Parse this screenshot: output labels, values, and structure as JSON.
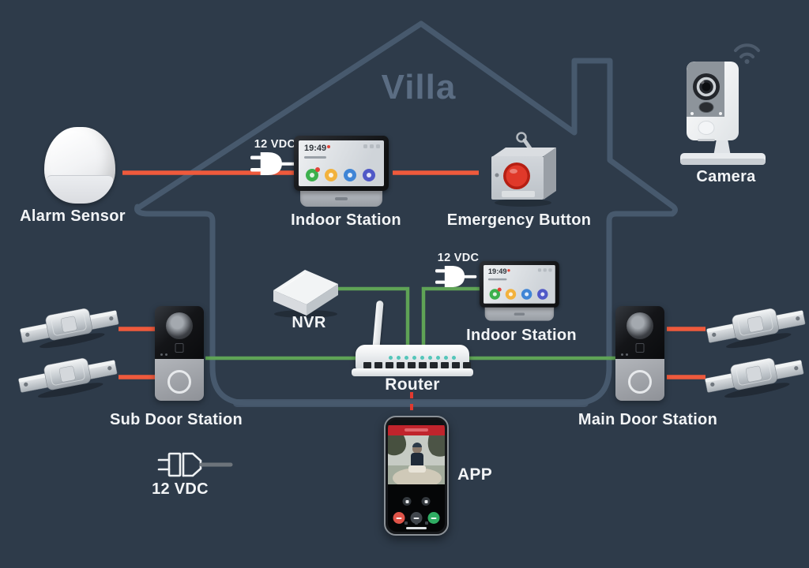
{
  "title": "Villa",
  "colors": {
    "background": "#2e3b4a",
    "house_outline": "#47596d",
    "orange_line": "#ef5a3c",
    "green_line": "#5fa356",
    "red_dashed_line": "#e03a30",
    "label_text": "#f2f4f6",
    "villa_text": "#5b6d83",
    "router_led": "#54c6ba"
  },
  "devices": {
    "alarm_sensor": {
      "label": "Alarm Sensor"
    },
    "indoor_station_1": {
      "label": "Indoor Station",
      "clock": "19:49",
      "power_label": "12 VDC"
    },
    "emergency_button": {
      "label": "Emergency Button"
    },
    "camera": {
      "label": "Camera"
    },
    "nvr": {
      "label": "NVR"
    },
    "router": {
      "label": "Router"
    },
    "indoor_station_2": {
      "label": "Indoor Station",
      "clock": "19:49",
      "power_label": "12 VDC"
    },
    "sub_door_station": {
      "label": "Sub Door Station"
    },
    "main_door_station": {
      "label": "Main Door Station"
    },
    "app": {
      "label": "APP"
    },
    "power_legend": {
      "label": "12 VDC"
    }
  },
  "connections": [
    {
      "from": "alarm_sensor",
      "to": "indoor_station_1",
      "style": "orange"
    },
    {
      "from": "indoor_station_1",
      "to": "emergency_button",
      "style": "orange"
    },
    {
      "from": "door_lock_left_1",
      "to": "sub_door_station",
      "style": "orange"
    },
    {
      "from": "door_lock_left_2",
      "to": "sub_door_station",
      "style": "orange"
    },
    {
      "from": "sub_door_station",
      "to": "router",
      "style": "green"
    },
    {
      "from": "nvr",
      "to": "router",
      "style": "green"
    },
    {
      "from": "indoor_station_2",
      "to": "router",
      "style": "green"
    },
    {
      "from": "router",
      "to": "main_door_station",
      "style": "green"
    },
    {
      "from": "main_door_station",
      "to": "door_lock_right_1",
      "style": "orange"
    },
    {
      "from": "main_door_station",
      "to": "door_lock_right_2",
      "style": "orange"
    },
    {
      "from": "router",
      "to": "app",
      "style": "red-dashed"
    }
  ]
}
